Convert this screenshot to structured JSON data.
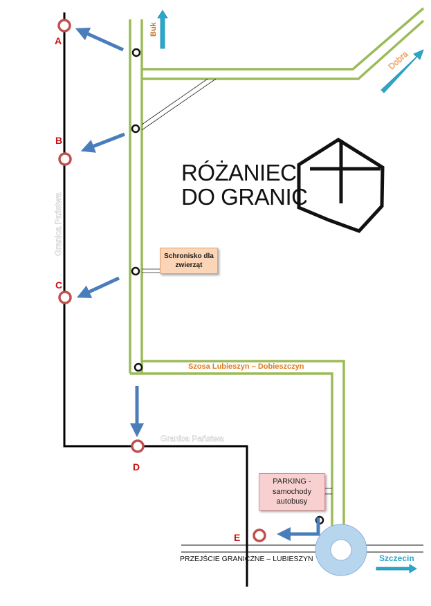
{
  "logo": {
    "line1": "RÓŻANIEC",
    "line2": "DO GRANIC",
    "symbol": "cross-in-heptagon-icon"
  },
  "points": {
    "a": "A",
    "b": "B",
    "c": "C",
    "d": "D",
    "e": "E"
  },
  "labels": {
    "buk": "Buk",
    "dobra": "Dobra",
    "road": "Szosa Lubieszyn –  Dobieszczyn",
    "border_vertical": "Granica Państwa",
    "border_horizontal": "Granica Państwa",
    "crossing": "PRZEJŚCIE GRANICZNE – LUBIESZYN",
    "szczecin": "Szczecin"
  },
  "boxes": {
    "shelter_line1": "Schronisko dla",
    "shelter_line2": "zwierząt",
    "parking_line1": "PARKING -",
    "parking_line2": "samochody",
    "parking_line3": "autobusy"
  },
  "colors": {
    "road": "#9bbb59",
    "border": "#000000",
    "arrow": "#4a7ebb",
    "point": "#c0504d",
    "direction_arrow": "#2aa7c9",
    "label_orange": "#e07b1f"
  }
}
